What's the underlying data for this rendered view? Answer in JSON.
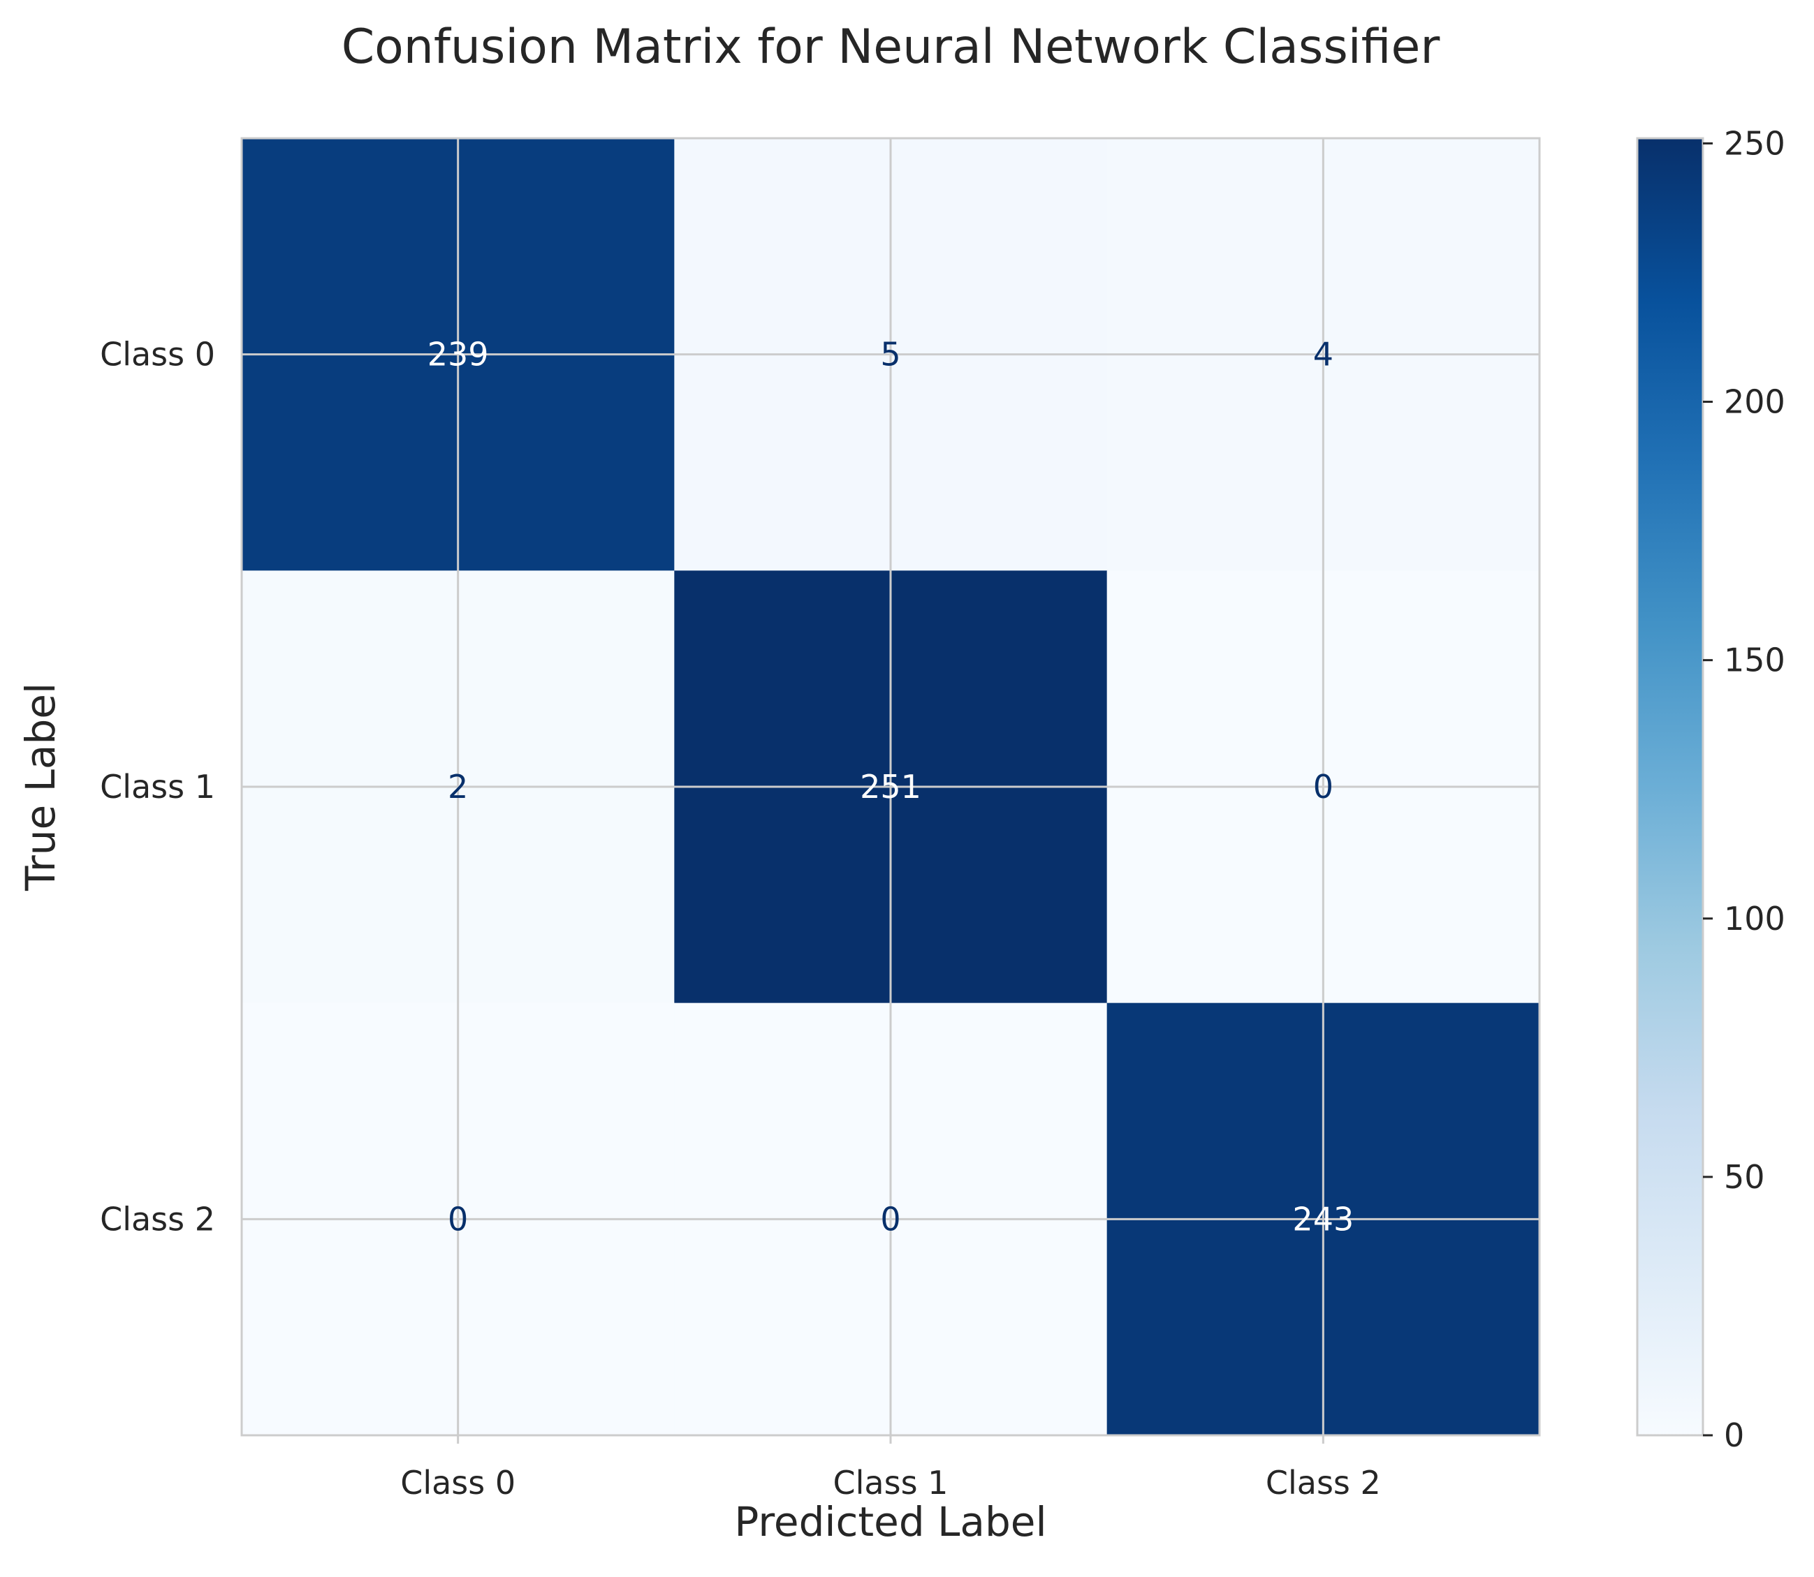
{
  "chart_data": {
    "type": "heatmap",
    "title": "Confusion Matrix for Neural Network Classifier",
    "xlabel": "Predicted Label",
    "ylabel": "True Label",
    "x_categories": [
      "Class 0",
      "Class 1",
      "Class 2"
    ],
    "y_categories": [
      "Class 0",
      "Class 1",
      "Class 2"
    ],
    "values": [
      [
        239,
        5,
        4
      ],
      [
        2,
        251,
        0
      ],
      [
        0,
        0,
        243
      ]
    ],
    "colormap": "Blues",
    "color_range": [
      0,
      251
    ],
    "colorbar_ticks": [
      "0",
      "50",
      "100",
      "150",
      "200",
      "250"
    ],
    "grid": true,
    "colors": {
      "grid": "#cccccc",
      "text_dark": "#08306b",
      "text_light": "#ffffff",
      "axis_text": "#262626"
    }
  }
}
